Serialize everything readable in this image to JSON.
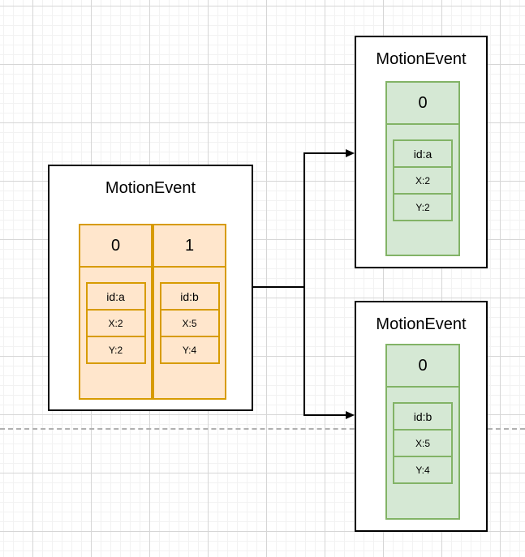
{
  "canvas": {
    "background_color": "#ffffff",
    "grid_minor_color": "#f2f2f2",
    "grid_major_color": "#d6d6d6",
    "page_divider_color": "#b0b0b0"
  },
  "connectors": {
    "color": "#000000",
    "from": "source-box-right-edge",
    "targets": [
      "split-a-left-edge",
      "split-b-left-edge"
    ]
  },
  "boxes": [
    {
      "title": "MotionEvent",
      "theme": "orange",
      "fill": "#ffe6cc",
      "stroke": "#d79b00",
      "pointers": [
        {
          "index": "0",
          "fields": [
            "id:a",
            "X:2",
            "Y:2"
          ]
        },
        {
          "index": "1",
          "fields": [
            "id:b",
            "X:5",
            "Y:4"
          ]
        }
      ]
    },
    {
      "title": "MotionEvent",
      "theme": "green",
      "fill": "#d5e8d4",
      "stroke": "#82b366",
      "pointers": [
        {
          "index": "0",
          "fields": [
            "id:a",
            "X:2",
            "Y:2"
          ]
        }
      ]
    },
    {
      "title": "MotionEvent",
      "theme": "green",
      "fill": "#d5e8d4",
      "stroke": "#82b366",
      "pointers": [
        {
          "index": "0",
          "fields": [
            "id:b",
            "X:5",
            "Y:4"
          ]
        }
      ]
    }
  ]
}
